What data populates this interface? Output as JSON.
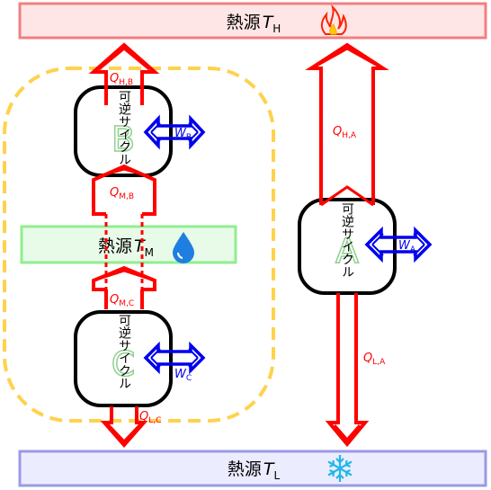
{
  "reservoirs": {
    "hot": {
      "label": "熱源",
      "var": "T",
      "sub": "H",
      "icon": "flame-icon"
    },
    "mid": {
      "label": "熱源",
      "var": "T",
      "sub": "M",
      "icon": "water-drop-icon"
    },
    "cold": {
      "label": "熱源",
      "var": "T",
      "sub": "L",
      "icon": "snowflake-icon"
    }
  },
  "cycles": {
    "A": {
      "letter": "A",
      "text": "可逆サイクル"
    },
    "B": {
      "letter": "B",
      "text": "可逆サイクル"
    },
    "C": {
      "letter": "C",
      "text": "可逆サイクル"
    }
  },
  "flows": {
    "QHB": {
      "var": "Q",
      "sub": "H,B"
    },
    "QMB": {
      "var": "Q",
      "sub": "M,B"
    },
    "QMC": {
      "var": "Q",
      "sub": "M,C"
    },
    "QLC": {
      "var": "Q",
      "sub": "L,C"
    },
    "QHA": {
      "var": "Q",
      "sub": "H,A"
    },
    "QLA": {
      "var": "Q",
      "sub": "L,A"
    },
    "WB": {
      "var": "W",
      "sub": "B"
    },
    "WA": {
      "var": "W",
      "sub": "A"
    },
    "WC": {
      "var": "W",
      "sub": "C"
    }
  },
  "colors": {
    "hot_fill": "#ffe6e6",
    "hot_border": "#f08080",
    "mid_fill": "#e8fbe8",
    "mid_border": "#90ee90",
    "cold_fill": "#ececff",
    "cold_border": "#9a9ae6",
    "heat_arrow": "#ff0000",
    "work_arrow": "#0000ee",
    "cycle_border": "#000000",
    "group_dash": "#ffd24d",
    "letter": "#8fd08f"
  }
}
